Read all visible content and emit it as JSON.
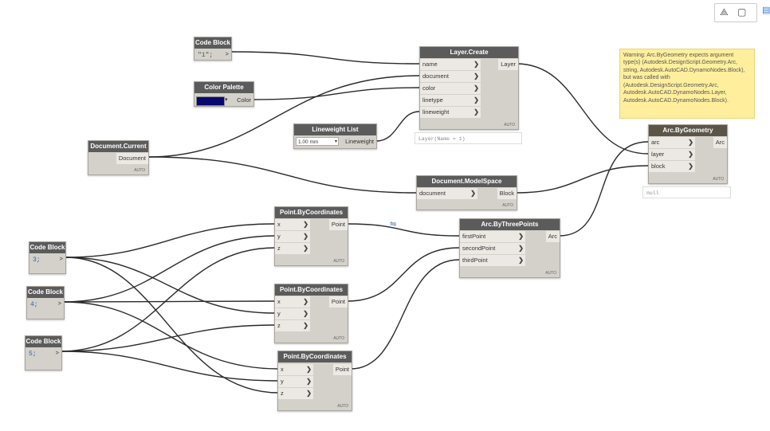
{
  "toolbar": {
    "geometry_icon": "shapes-icon",
    "model_icon": "cube-icon",
    "side_icon": "layout-icon"
  },
  "nodes": {
    "cb1": {
      "title": "Code Block",
      "value": "\"1\";",
      "out": ">"
    },
    "palette": {
      "title": "Color Palette",
      "out": "Color",
      "color": "#08086e"
    },
    "layer_create": {
      "title": "Layer.Create",
      "inputs": [
        "name",
        "document",
        "color",
        "linetype",
        "lineweight"
      ],
      "out": "Layer",
      "auto": "AUTO",
      "preview": "Layer(Name = 1)"
    },
    "lineweight": {
      "title": "Lineweight List",
      "selected": "1.00 mm",
      "out": "Lineweight"
    },
    "doc_current": {
      "title": "Document.Current",
      "out": "Document",
      "auto": "AUTO"
    },
    "modelspace": {
      "title": "Document.ModelSpace",
      "inputs": [
        "document"
      ],
      "out": "Block",
      "auto": "AUTO"
    },
    "arc_geom": {
      "title": "Arc.ByGeometry",
      "inputs": [
        "arc",
        "layer",
        "block"
      ],
      "out": "Arc",
      "auto": "AUTO",
      "preview": "null"
    },
    "pt1": {
      "title": "Point.ByCoordinates",
      "inputs": [
        "x",
        "y",
        "z"
      ],
      "out": "Point",
      "auto": "AUTO"
    },
    "pt2": {
      "title": "Point.ByCoordinates",
      "inputs": [
        "x",
        "y",
        "z"
      ],
      "out": "Point",
      "auto": "AUTO"
    },
    "pt3": {
      "title": "Point.ByCoordinates",
      "inputs": [
        "x",
        "y",
        "z"
      ],
      "out": "Point",
      "auto": "AUTO"
    },
    "arc3": {
      "title": "Arc.ByThreePoints",
      "inputs": [
        "firstPoint",
        "secondPoint",
        "thirdPoint"
      ],
      "out": "Arc",
      "auto": "AUTO"
    },
    "cb3": {
      "title": "Code Block",
      "value": "3;",
      "out": ">"
    },
    "cb4": {
      "title": "Code Block",
      "value": "4;",
      "out": ">"
    },
    "cb5": {
      "title": "Code Block",
      "value": "5;",
      "out": ">"
    }
  },
  "warning": "Warning: Arc.ByGeometry expects argument type(s) (Autodesk.DesignScript.Geometry.Arc, string, Autodesk.AutoCAD.DynamoNodes.Block), but was called with (Autodesk.DesignScript.Geometry.Arc, Autodesk.AutoCAD.DynamoNodes.Layer, Autodesk.AutoCAD.DynamoNodes.Block).",
  "colors": {
    "wire": "#2a2a2a",
    "node_header": "#5b5b5b",
    "node_body": "#d4d0ca",
    "warning_bg": "#ffef9c"
  }
}
